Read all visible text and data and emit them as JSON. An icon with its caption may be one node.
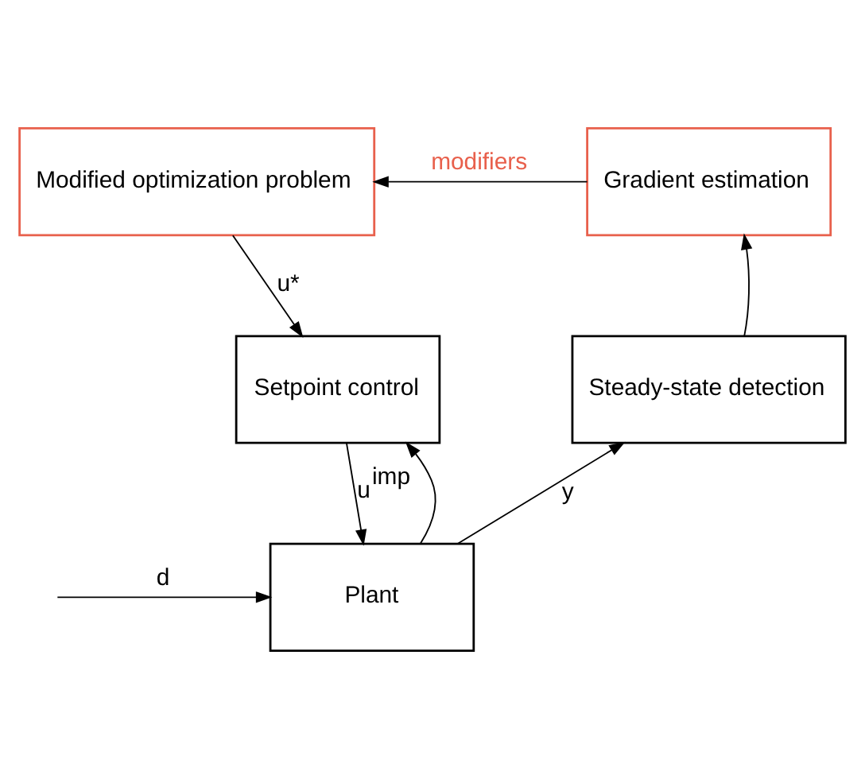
{
  "diagram": {
    "nodes": [
      {
        "text": [
          "Modified optimization problem"
        ]
      },
      {
        "text": [
          "Gradient estimation"
        ]
      },
      {
        "text": [
          "Setpoint control"
        ]
      },
      {
        "text": [
          "Steady-state detection"
        ]
      },
      {
        "text": [
          "Plant"
        ]
      }
    ],
    "edges": [
      {
        "from": 1,
        "to": 0,
        "label": "modifiers",
        "arrow": "to"
      },
      {
        "from": 0,
        "to": 2,
        "label": "u*",
        "arrow": "to"
      },
      {
        "from": 2,
        "to": 4,
        "label": "u$^{imp}$",
        "arrow": "to"
      },
      {
        "from": null,
        "to": 4,
        "label": "d",
        "arrow": "to"
      },
      {
        "from": 4,
        "to": 2,
        "arrow": "to"
      },
      {
        "from": 4,
        "to": 3,
        "label": "y",
        "arrow": "to"
      },
      {
        "from": 3,
        "to": 1,
        "arrow": "to"
      }
    ]
  }
}
